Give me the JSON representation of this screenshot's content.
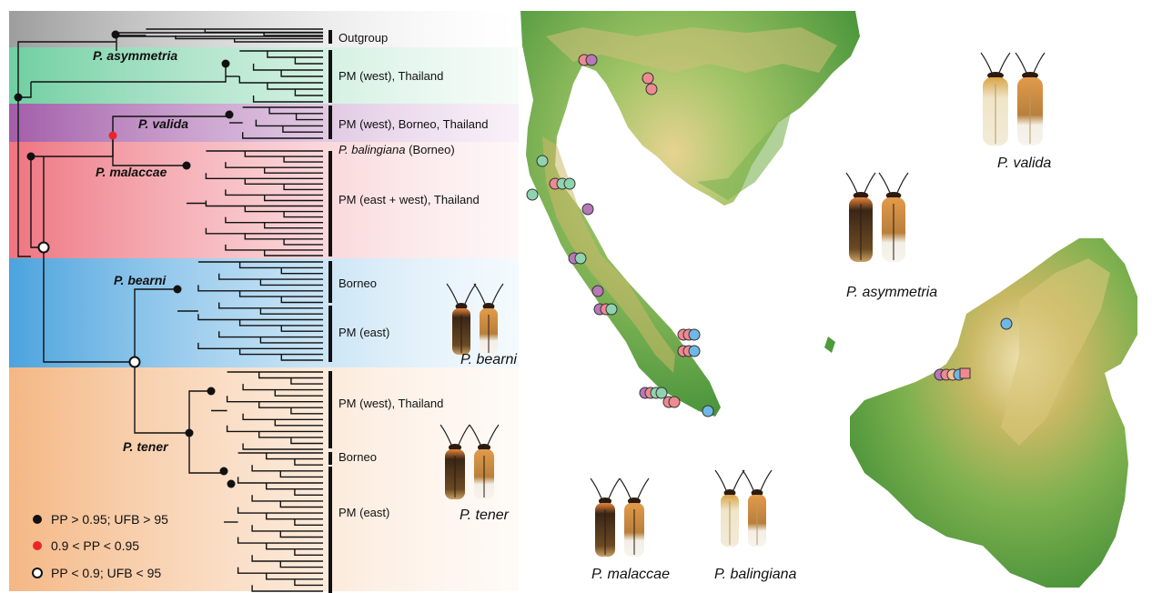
{
  "clades": [
    {
      "id": "outgroup",
      "name": "",
      "color": "#b9b9b9",
      "region": "Outgroup"
    },
    {
      "id": "asymmetria",
      "name": "P. asymmetria",
      "color": "#8fd3b0",
      "region": "PM (west), Thailand"
    },
    {
      "id": "valida",
      "name": "P. valida",
      "color": "#b777b8",
      "region": "PM (west), Borneo, Thailand"
    },
    {
      "id": "malaccae",
      "name": "P. malaccae",
      "color": "#ee8a91",
      "region": "PM (east + west), Thailand",
      "extra_region_species": "P. balingiana",
      "extra_region_place": "(Borneo)"
    },
    {
      "id": "bearni",
      "name": "P. bearni",
      "color": "#6fb8e4",
      "regions": [
        "Borneo",
        "PM (east)"
      ]
    },
    {
      "id": "tener",
      "name": "P. tener",
      "color": "#f6c193",
      "regions": [
        "PM (west), Thailand",
        "Borneo",
        "PM (east)"
      ]
    }
  ],
  "specimen_labels": {
    "bearni": "P. bearni",
    "tener": "P. tener",
    "malaccae": "P. malaccae",
    "balingiana": "P. balingiana",
    "asymmetria": "P. asymmetria",
    "valida": "P. valida"
  },
  "legend": [
    {
      "symbol": "black-dot",
      "label": "PP > 0.95; UFB > 95",
      "color": "#111111"
    },
    {
      "symbol": "red-dot",
      "label": "0.9 < PP < 0.95",
      "color": "#e8262a"
    },
    {
      "symbol": "open-dot",
      "label": "PP < 0.9; UFB < 95",
      "color": "#ffffff"
    }
  ],
  "map_colors": {
    "low": "#4f9a3a",
    "mid": "#8cbf5a",
    "high": "#d8c070",
    "peak": "#f3ead2"
  }
}
